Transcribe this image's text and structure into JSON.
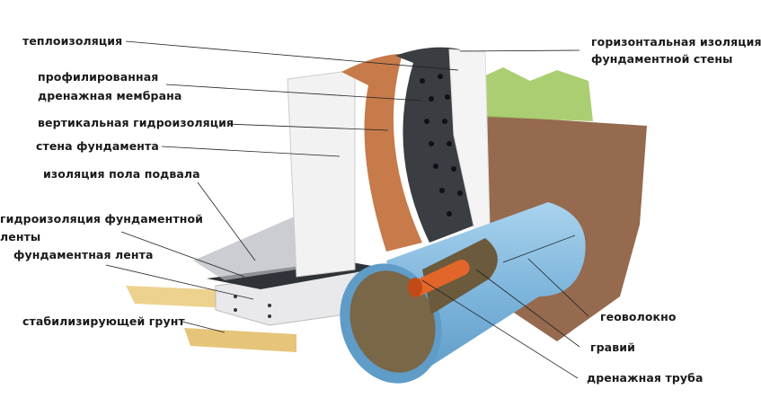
{
  "labels": {
    "thermal_insulation": "теплоизоляция",
    "drain_membrane_1": "профилированная",
    "drain_membrane_2": "дренажная мембрана",
    "vertical_waterproofing": "вертикальная гидроизоляция",
    "foundation_wall": "стена фундамента",
    "basement_floor_insulation": "изоляция пола подвала",
    "strip_waterproofing_1": "гидроизоляция фундаментной",
    "strip_waterproofing_2": "ленты",
    "foundation_strip": "фундаментная лента",
    "stabilizing_soil": "стабилизирующей грунт",
    "horizontal_insulation_1": "горизонтальная изоляция",
    "horizontal_insulation_2": "фундаментной стены",
    "geotextile": "геоволокно",
    "gravel": "гравий",
    "drain_pipe": "дренажная труба"
  },
  "colors": {
    "pipe": "#7fb6dc",
    "soil": "#8a5a3c",
    "membrane": "#3a3d42",
    "insulation": "#c77a4a",
    "grass": "#9cc65a",
    "boards": "#e8c878"
  }
}
